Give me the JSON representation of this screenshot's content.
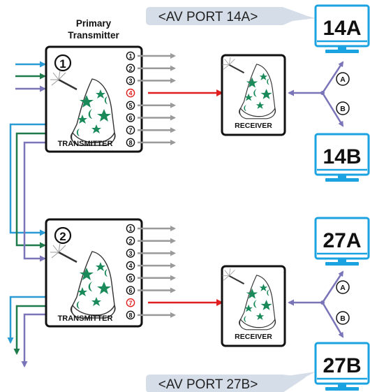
{
  "primary_label_line1": "Primary",
  "primary_label_line2": "Transmitter",
  "callout_top": "<AV PORT 14A>",
  "callout_bottom": "<AV PORT 27B>",
  "transmitter_1": {
    "number": "1",
    "label": "TRANSMITTER",
    "ports": [
      "1",
      "2",
      "3",
      "4",
      "5",
      "6",
      "7",
      "8"
    ],
    "active_port": "4"
  },
  "transmitter_2": {
    "number": "2",
    "label": "TRANSMITTER",
    "ports": [
      "1",
      "2",
      "3",
      "4",
      "5",
      "6",
      "7",
      "8"
    ],
    "active_port": "7"
  },
  "receiver_1": {
    "label": "RECEIVER"
  },
  "receiver_2": {
    "label": "RECEIVER"
  },
  "monitors": [
    "14A",
    "14B",
    "27A",
    "27B"
  ],
  "splitter_labels": [
    "A",
    "B"
  ],
  "colors": {
    "blue": "#2a9bd4",
    "green": "#1f7a4c",
    "purple": "#7a74b8",
    "gray": "#9a9a9a",
    "red": "#e02020",
    "monitor_blue": "#1aa3e0",
    "callout_bg": "#d5dde8",
    "star_green": "#1a8a5a"
  }
}
